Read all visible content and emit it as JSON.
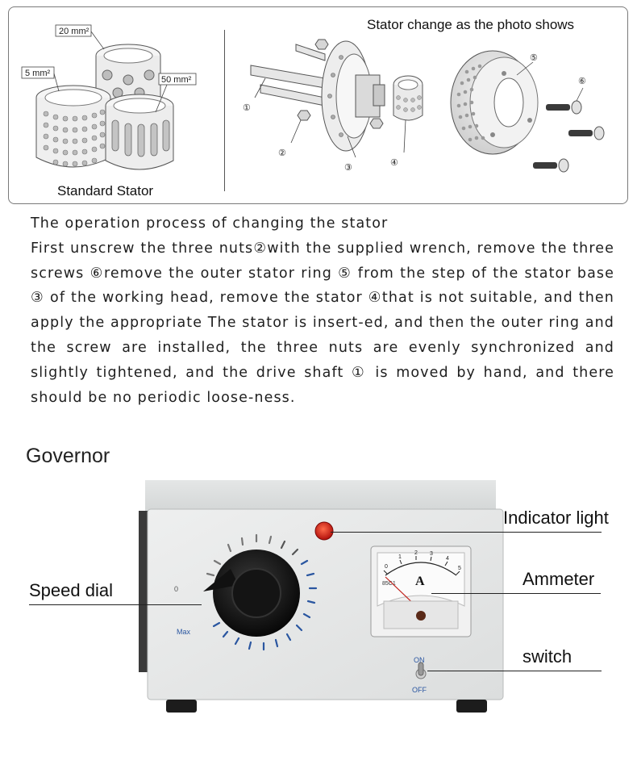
{
  "diagram": {
    "left_caption": "Standard Stator",
    "right_caption": "Stator change as the photo shows",
    "stator_sizes": [
      "20 mm²",
      "5 mm²",
      "50 mm²"
    ],
    "part_markers": [
      "①",
      "②",
      "③",
      "④",
      "⑤",
      "⑥"
    ]
  },
  "instructions": {
    "heading": "The operation process of changing the stator",
    "body": "First unscrew the three nuts②with the supplied wrench, remove the three screws ⑥remove the outer stator ring ⑤ from the step of the stator base ③ of the working head, remove the stator ④that is not suitable, and then apply the appropriate The stator is insert-ed, and then the outer ring and the screw are installed, the three nuts are evenly synchronized and slightly tightened, and the drive shaft ① is moved by hand, and there should be no periodic loose-ness."
  },
  "governor": {
    "title": "Governor",
    "callouts": {
      "indicator": "Indicator light",
      "ammeter": "Ammeter",
      "speed_dial": "Speed dial",
      "switch": "switch"
    },
    "meter_unit": "A",
    "meter_model": "85C1",
    "meter_scale": [
      "0",
      "1",
      "2",
      "3",
      "4",
      "5"
    ],
    "dial_labels": {
      "min": "0",
      "max": "Max"
    },
    "switch_labels": {
      "on": "ON",
      "off": "OFF"
    }
  }
}
